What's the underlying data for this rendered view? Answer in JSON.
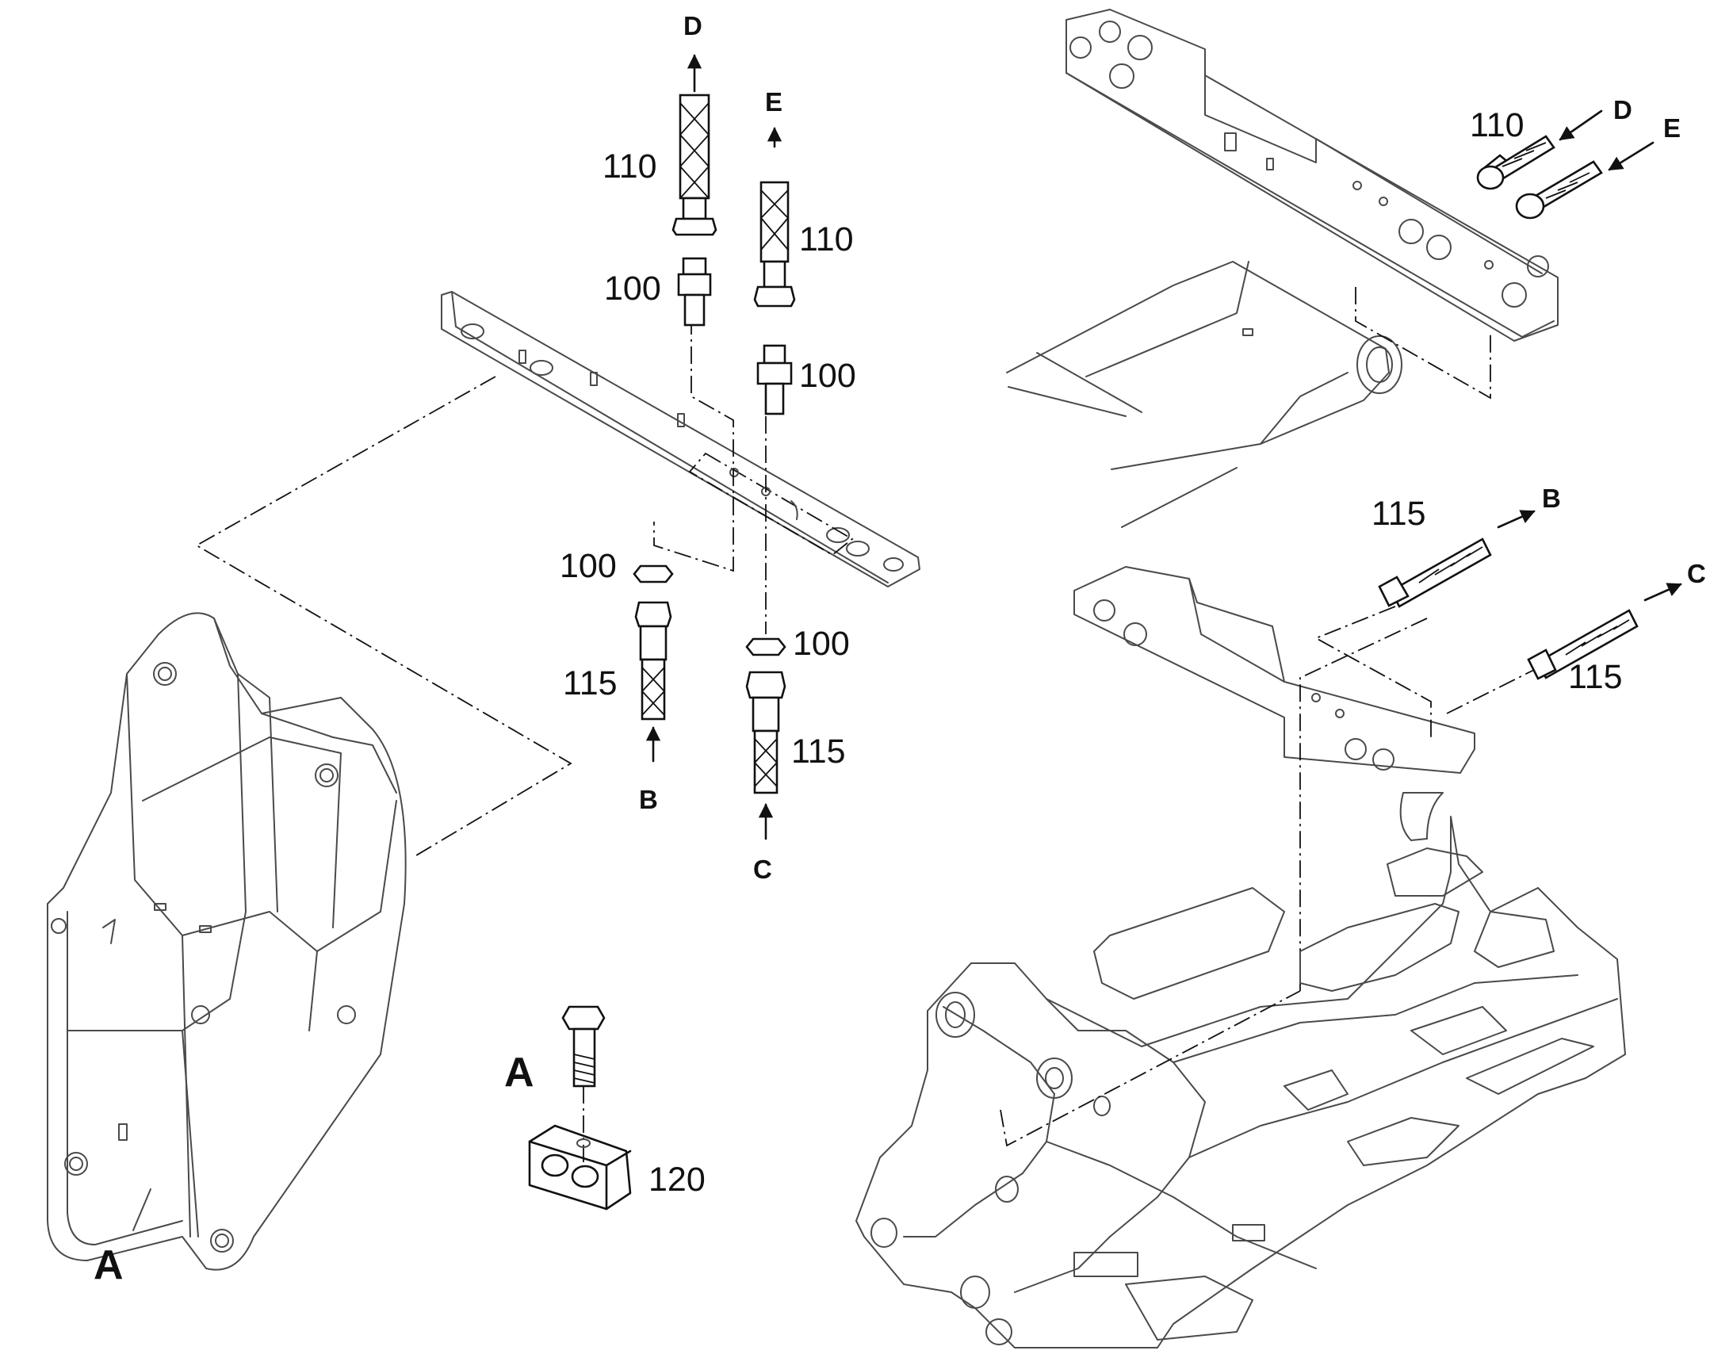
{
  "diagram": {
    "callouts": {
      "hose_110_a": "110",
      "hose_110_b": "110",
      "hose_110_c": "110",
      "union_100_a": "100",
      "union_100_b": "100",
      "nut_100_a": "100",
      "nut_100_b": "100",
      "hose_115_a": "115",
      "hose_115_b": "115",
      "hose_115_c": "115",
      "hose_115_d": "115",
      "clamp_120": "120"
    },
    "connection_letters": {
      "d_top": "D",
      "e_top": "E",
      "b_bottom": "B",
      "c_bottom": "C",
      "d_right": "D",
      "e_right": "E",
      "b_right": "B",
      "c_right": "C"
    },
    "detail_refs": {
      "bracket_ref": "A",
      "clamp_ref": "A"
    }
  }
}
